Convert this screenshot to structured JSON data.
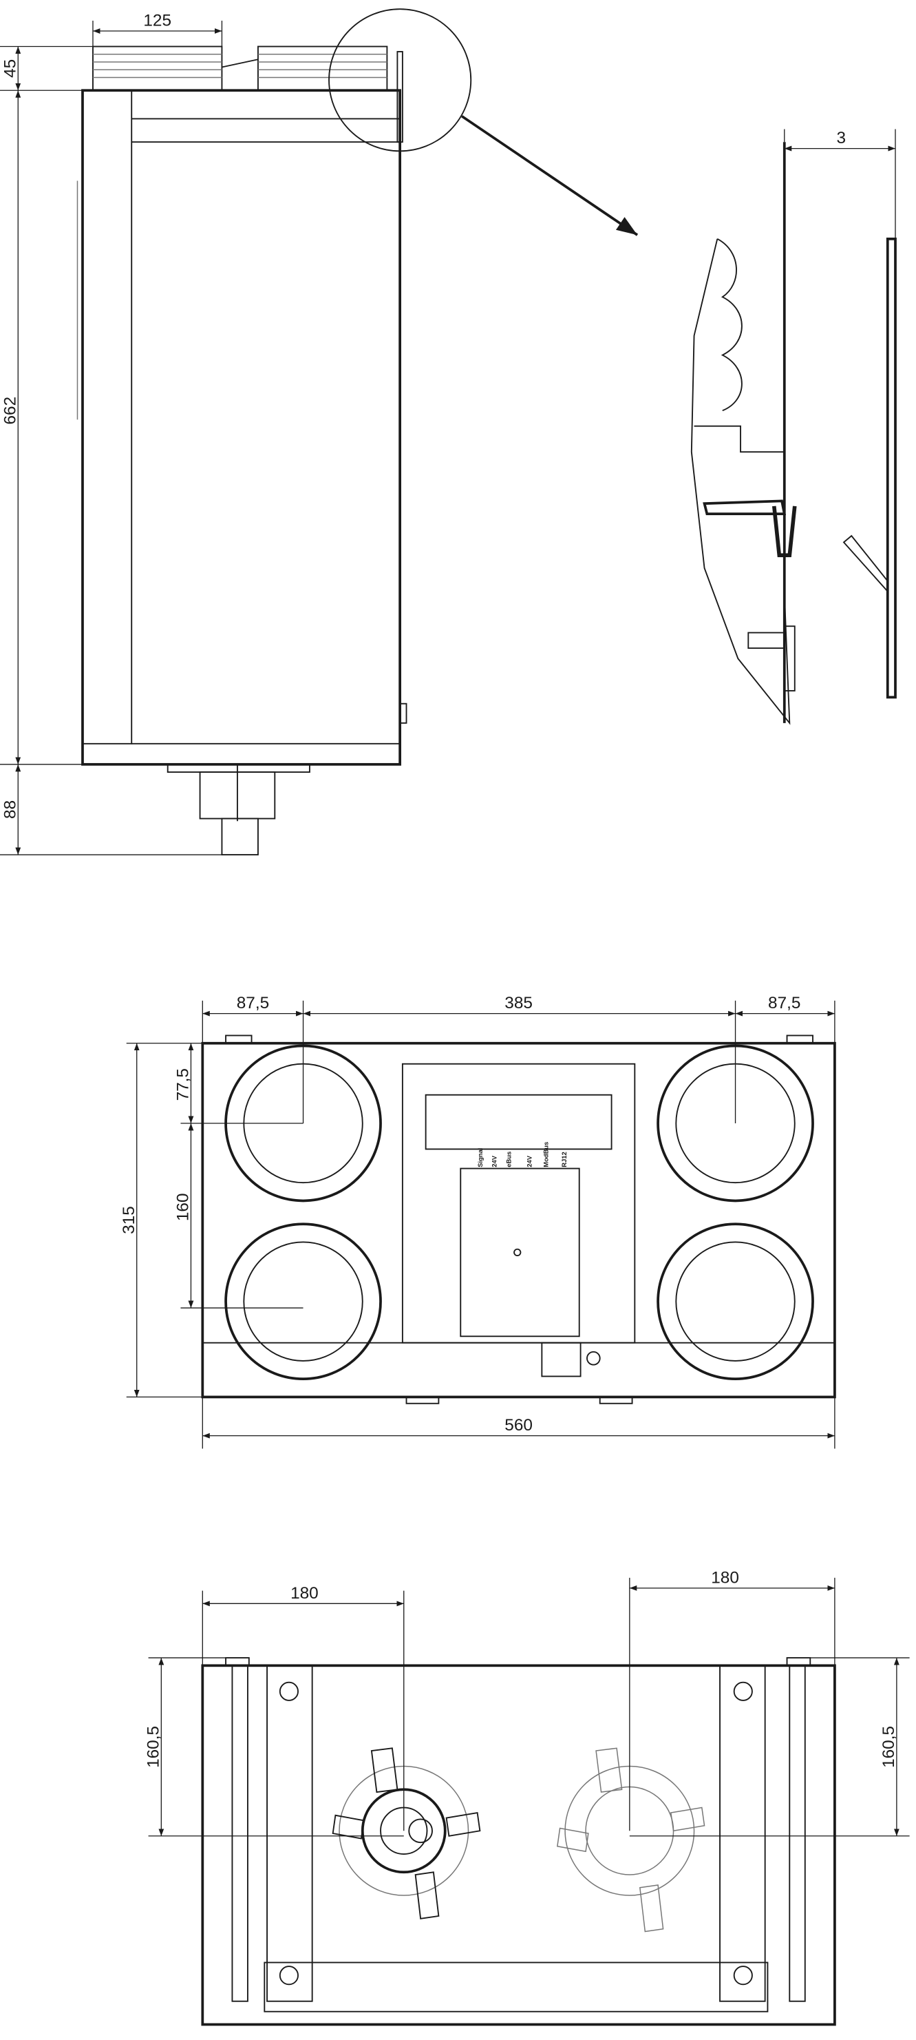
{
  "side_view": {
    "dim_top_width": "125",
    "dim_top_height": "45",
    "dim_body_height": "662",
    "dim_bottom_height": "88",
    "detail_dim": "3"
  },
  "front_view": {
    "dim_left": "87,5",
    "dim_center": "385",
    "dim_right": "87,5",
    "dim_upper_offset": "77,5",
    "dim_spacing": "160",
    "dim_height": "315",
    "dim_width": "560",
    "connector_labels": [
      "Signal",
      "24V",
      "eBus",
      "24V",
      "ModBus",
      "RJ12"
    ]
  },
  "bottom_view": {
    "dim_left": "180",
    "dim_right": "180",
    "dim_left_height": "160,5",
    "dim_right_height": "160,5"
  }
}
